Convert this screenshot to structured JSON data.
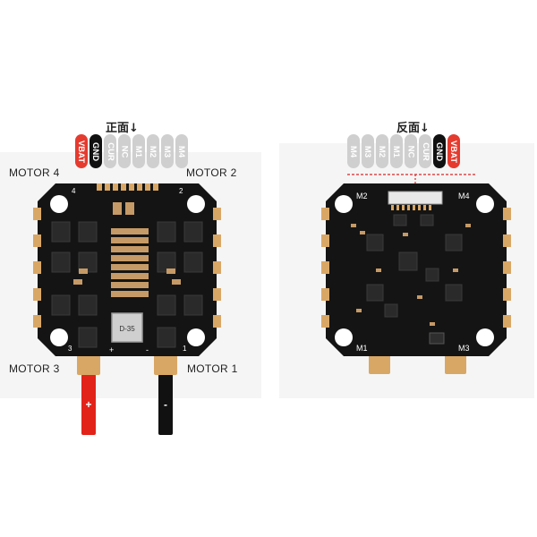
{
  "front": {
    "heading": "正面↓",
    "pins": [
      {
        "label": "VBAT",
        "style": "red"
      },
      {
        "label": "GND",
        "style": "black"
      },
      {
        "label": "CUR",
        "style": "gray"
      },
      {
        "label": "NC",
        "style": "gray"
      },
      {
        "label": "M1",
        "style": "gray"
      },
      {
        "label": "M2",
        "style": "gray"
      },
      {
        "label": "M3",
        "style": "gray"
      },
      {
        "label": "M4",
        "style": "gray"
      }
    ],
    "motor_labels": {
      "top_left": "MOTOR 4",
      "top_right": "MOTOR 2",
      "bottom_left": "MOTOR 3",
      "bottom_right": "MOTOR 1"
    },
    "corner_numbers": {
      "top_left": "4",
      "top_right": "2",
      "bottom_left": "3",
      "bottom_right": "1"
    },
    "pad_labels": {
      "pos": "+",
      "neg": "-"
    },
    "chip_label": "D-35",
    "wire_labels": {
      "positive": "+",
      "negative": "-"
    }
  },
  "back": {
    "heading": "反面↓",
    "pins": [
      {
        "label": "M4",
        "style": "gray"
      },
      {
        "label": "M3",
        "style": "gray"
      },
      {
        "label": "M2",
        "style": "gray"
      },
      {
        "label": "M1",
        "style": "gray"
      },
      {
        "label": "NC",
        "style": "gray"
      },
      {
        "label": "CUR",
        "style": "gray"
      },
      {
        "label": "GND",
        "style": "black"
      },
      {
        "label": "VBAT",
        "style": "red"
      }
    ],
    "corner_labels": {
      "top_left": "M2",
      "top_right": "M4",
      "bottom_left": "M1",
      "bottom_right": "M3"
    }
  },
  "colors": {
    "board": "#141414",
    "pad_gold": "#d9a765",
    "wire_red": "#e2231a",
    "wire_black": "#111111",
    "pill_red": "#e53b2f",
    "pill_black": "#111111",
    "pill_gray": "#cfcfcf",
    "indicator_red": "#d62828"
  }
}
